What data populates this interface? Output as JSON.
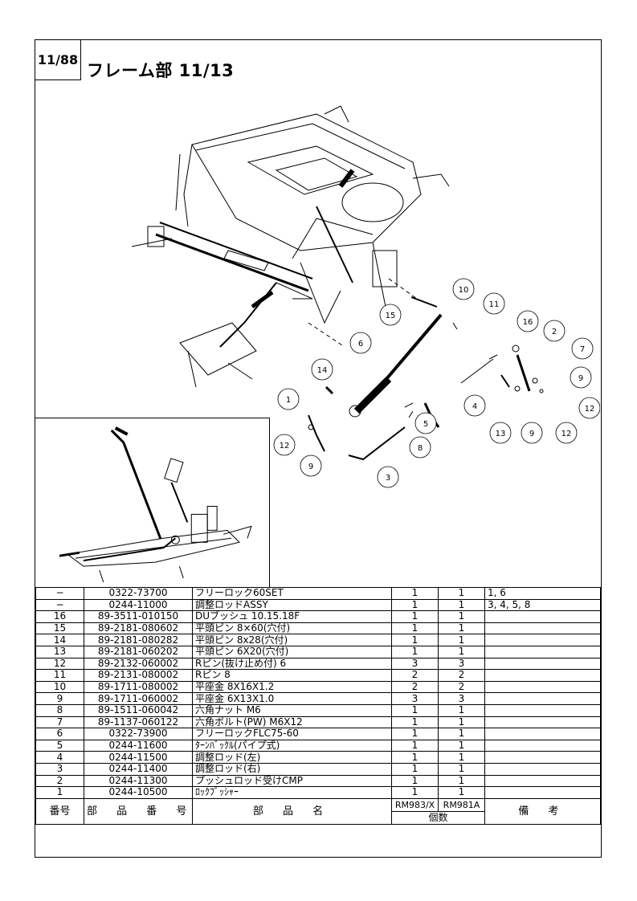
{
  "page_label": "11/88",
  "title": "フレーム部 11/13",
  "callouts": {
    "c10": "10",
    "c11": "11",
    "c15": "15",
    "c16": "16",
    "c2": "2",
    "c7": "7",
    "c6": "6",
    "c9a": "9",
    "c12a": "12",
    "c14": "14",
    "c1": "1",
    "c4": "4",
    "c5": "5",
    "c13": "13",
    "c9b": "9",
    "c12b": "12",
    "c8": "8",
    "c12c": "12",
    "c9c": "9",
    "c3": "3"
  },
  "table": {
    "rows": [
      {
        "no": "−",
        "part": "0322-73700",
        "name": "フリーロック60SET",
        "x": "1",
        "a": "1",
        "note": "1, 6"
      },
      {
        "no": "−",
        "part": "0244-11000",
        "name": "調整ロッドASSY",
        "x": "1",
        "a": "1",
        "note": "3, 4, 5, 8"
      },
      {
        "no": "16",
        "part": "89-3511-010150",
        "name": "DUブッシュ 10.15.18F",
        "x": "1",
        "a": "1",
        "note": ""
      },
      {
        "no": "15",
        "part": "89-2181-080602",
        "name": "平頭ピン 8×60(穴付)",
        "x": "1",
        "a": "1",
        "note": ""
      },
      {
        "no": "14",
        "part": "89-2181-080282",
        "name": "平頭ピン 8x28(穴付)",
        "x": "1",
        "a": "1",
        "note": ""
      },
      {
        "no": "13",
        "part": "89-2181-060202",
        "name": "平頭ピン 6X20(穴付)",
        "x": "1",
        "a": "1",
        "note": ""
      },
      {
        "no": "12",
        "part": "89-2132-060002",
        "name": "Rピン(抜け止め付) 6",
        "x": "3",
        "a": "3",
        "note": ""
      },
      {
        "no": "11",
        "part": "89-2131-080002",
        "name": "Rピン 8",
        "x": "2",
        "a": "2",
        "note": ""
      },
      {
        "no": "10",
        "part": "89-1711-080002",
        "name": "平座金 8X16X1.2",
        "x": "2",
        "a": "2",
        "note": ""
      },
      {
        "no": "9",
        "part": "89-1711-060002",
        "name": "平座金 6X13X1.0",
        "x": "3",
        "a": "3",
        "note": ""
      },
      {
        "no": "8",
        "part": "89-1511-060042",
        "name": "六角ナット M6",
        "x": "1",
        "a": "1",
        "note": ""
      },
      {
        "no": "7",
        "part": "89-1137-060122",
        "name": "六角ボルト(PW) M6X12",
        "x": "1",
        "a": "1",
        "note": ""
      },
      {
        "no": "6",
        "part": "0322-73900",
        "name": "フリーロックFLC75-60",
        "x": "1",
        "a": "1",
        "note": ""
      },
      {
        "no": "5",
        "part": "0244-11600",
        "name": "ﾀｰﾝﾊﾞｯｸﾙ(パイプ式)",
        "x": "1",
        "a": "1",
        "note": ""
      },
      {
        "no": "4",
        "part": "0244-11500",
        "name": "調整ロッド(左)",
        "x": "1",
        "a": "1",
        "note": ""
      },
      {
        "no": "3",
        "part": "0244-11400",
        "name": "調整ロッド(右)",
        "x": "1",
        "a": "1",
        "note": ""
      },
      {
        "no": "2",
        "part": "0244-11300",
        "name": "プッシュロッド受けCMP",
        "x": "1",
        "a": "1",
        "note": ""
      },
      {
        "no": "1",
        "part": "0244-10500",
        "name": "ﾛｯｸﾌﾟｯｼｬｰ",
        "x": "1",
        "a": "1",
        "note": ""
      }
    ],
    "header": {
      "no": "番号",
      "part": "部 品 番 号",
      "name": "部 品 名",
      "model_x": "RM983/X",
      "model_a": "RM981A",
      "qty": "個数",
      "note": "備 考"
    }
  }
}
